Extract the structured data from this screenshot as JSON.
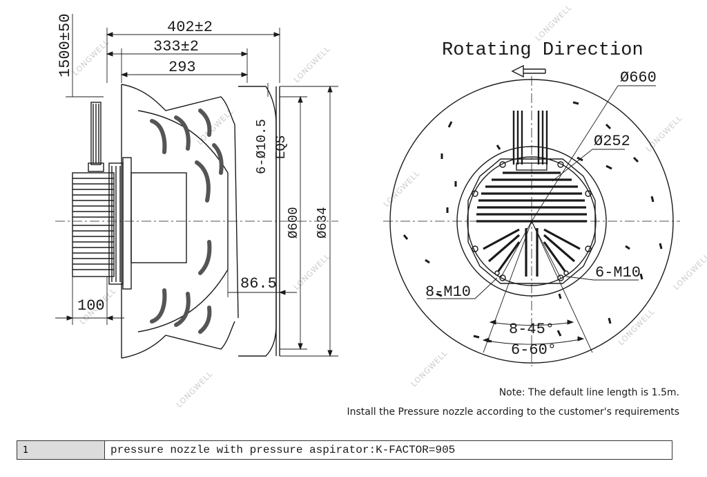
{
  "watermark": "LONGWELL",
  "side_view": {
    "dim_length": "1500±50",
    "dim_overall_width": "402±2",
    "dim_width_2": "333±2",
    "dim_width_3": "293",
    "dim_holes": "6-Ø10.5",
    "dim_holes_eqs": "EQS",
    "dim_d600": "Ø600",
    "dim_d634": "Ø634",
    "dim_86_5": "86.5",
    "dim_100": "100"
  },
  "front_view": {
    "title": "Rotating Direction",
    "dim_d660": "Ø660",
    "dim_d252": "Ø252",
    "dim_6m10": "6-M10",
    "dim_8m10": "8-M10",
    "dim_8x45": "8-45°",
    "dim_6x60": "6-60°"
  },
  "notes": {
    "line1": "Note: The default line length is 1.5m.",
    "line2": "Install the Pressure nozzle according to the customer's requirements"
  },
  "legend": {
    "number": "1",
    "text": "pressure nozzle with pressure aspirator:K-FACTOR=905"
  }
}
